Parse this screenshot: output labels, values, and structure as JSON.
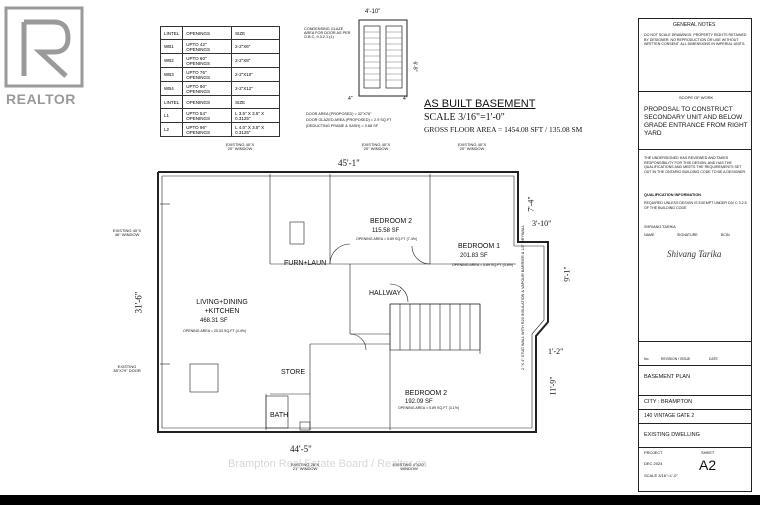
{
  "watermark": {
    "brand": "REALTOR"
  },
  "schedule": {
    "headers": [
      "LINTEL",
      "OPENINGS",
      "SIZE"
    ],
    "rows": [
      [
        "WB1",
        "UPTO 42\" OPENINGS",
        "2-2\"X6\""
      ],
      [
        "WB2",
        "UPTO 60\" OPENINGS",
        "2-2\"X8\""
      ],
      [
        "WB3",
        "UPTO 76\" OPENINGS",
        "2-2\"X10\""
      ],
      [
        "WB4",
        "UPTO 90\" OPENINGS",
        "2-2\"X12\""
      ]
    ],
    "headers2": [
      "LINTEL",
      "OPENINGS",
      "SIZE"
    ],
    "rows2": [
      [
        "L1",
        "UPTO 54\" OPENINGS",
        "L 3.5\" X 3.5\" X 0.3125\""
      ],
      [
        "L2",
        "UPTO 96\" OPENINGS",
        "L 4.0\" X 3.5\" X 0.3125\""
      ]
    ]
  },
  "door_detail": {
    "width": "4'-10\"",
    "height": "6'-8\"",
    "note": "CONDENSING GLAZE AREA FOR DOOR AS PER O.B.C. 9.3.2.1.(1)",
    "area_lines": [
      "DOOR AREA (PROPOSED) = 32\"X76\"",
      "DOOR GLAZED AREA (PROPOSED) = 2.9 SQ.FT",
      "(DEDUCTING FRAME & SASH) = 0.68 SF"
    ],
    "side": "4\""
  },
  "heading": {
    "title": "AS BUILT BASEMENT",
    "scale": "SCALE 3/16\"=1'-0\"",
    "gfa": "GROSS FLOOR AREA = 1454.08 SFT / 135.08 SM"
  },
  "windows": [
    "EXISTING 40\"X 20\" WINDOW",
    "EXISTING 40\"X 20\" WINDOW",
    "EXISTING 40\"X 20\" WINDOW",
    "EXISTING 40\"X 46\" WINDOW",
    "EXISTING 38\"X79\" DOOR",
    "EXISTING 28\"X 21\" WINDOW",
    "EXISTING 4\"X20\" WINDOW"
  ],
  "dimensions": {
    "top": "45'-1\"",
    "left": "31'-6\"",
    "bottom": "44'-5\"",
    "right1": "7'-4\"",
    "right2": "9'-1\"",
    "right3": "11'-9\"",
    "offset1": "3'-10\"",
    "offset2": "1'-2\""
  },
  "rooms": {
    "bedroom2_top": {
      "name": "BEDROOM 2",
      "area": "115.58 SF",
      "opening": "OPENING AREA = 5.89 SQ.FT (7.4%)"
    },
    "bedroom1": {
      "name": "BEDROOM 1",
      "area": "201.83 SF",
      "opening": "OPENING AREA = 5.89 SQ.FT (3.6%)"
    },
    "furn": {
      "name": "FURN+LAUN"
    },
    "hallway": {
      "name": "HALLWAY"
    },
    "living": {
      "name": "LIVING+DINING +KITCHEN",
      "area": "468.31 SF",
      "opening": "OPENING AREA = 20.53 SQ.FT (4.4%)"
    },
    "store": {
      "name": "STORE"
    },
    "bath": {
      "name": "BATH"
    },
    "bedroom2_bottom": {
      "name": "BEDROOM 2",
      "area": "192.09 SF",
      "opening": "OPENING AREA = 5.89 SQ.FT (3.1%)"
    }
  },
  "title_block": {
    "general_notes_title": "GENERAL NOTES",
    "general_notes": "DO NOT SCALE DRAWINGS. PROPERTY RIGHTS RETAINED BY DESIGNER. NO REPRODUCTION OR USE WITHOUT WRITTEN CONSENT. ALL DIMENSIONS IN IMPERIAL UNITS.",
    "scope_title": "SCOPE OF WORK",
    "scope": "PROPOSAL TO CONSTRUCT SECONDARY UNIT AND BELOW GRADE ENTRANCE FROM RIGHT YARD",
    "designer_note": "THE UNDERSIGNED HAS REVIEWED AND TAKES RESPONSIBILITY FOR THIS DESIGN, AND HAS THE QUALIFICATIONS AND MEETS THE REQUIREMENTS SET OUT IN THE ONTARIO BUILDING CODE TO BE A DESIGNER.",
    "qualification": "QUALIFICATION INFORMATION",
    "qual_line": "REQUIRED UNLESS DESIGN IS EXEMPT UNDER DIV C 3.2.5 OF THE BUILDING CODE",
    "reg": "SHRIANG TARIKA",
    "sign_labels": [
      "NAME",
      "SIGNATURE",
      "BCIN"
    ],
    "signature": "Shivang Tarika",
    "revision_header": [
      "No.",
      "REVISION / ISSUE",
      "DATE"
    ],
    "drawing_name": "BASEMENT PLAN",
    "city": "CITY : BRAMPTON",
    "address": "140 VINTAGE GATE 2",
    "existing": "EXISTING  DWELLING",
    "project_label": "PROJECT",
    "sheet_label": "SHEET",
    "date": "DEC 2024",
    "sheet": "A2",
    "scale_small": "SCALE 3/16\"=1'-0\""
  },
  "side_note": "2 \"X 4\" STUD WALL WITH R20 INSULATION & VAPOUR BARRIER & 1/2\" DRYWALL",
  "bottom_watermark": "Brampton Real Estate Board / Realtor.ca"
}
